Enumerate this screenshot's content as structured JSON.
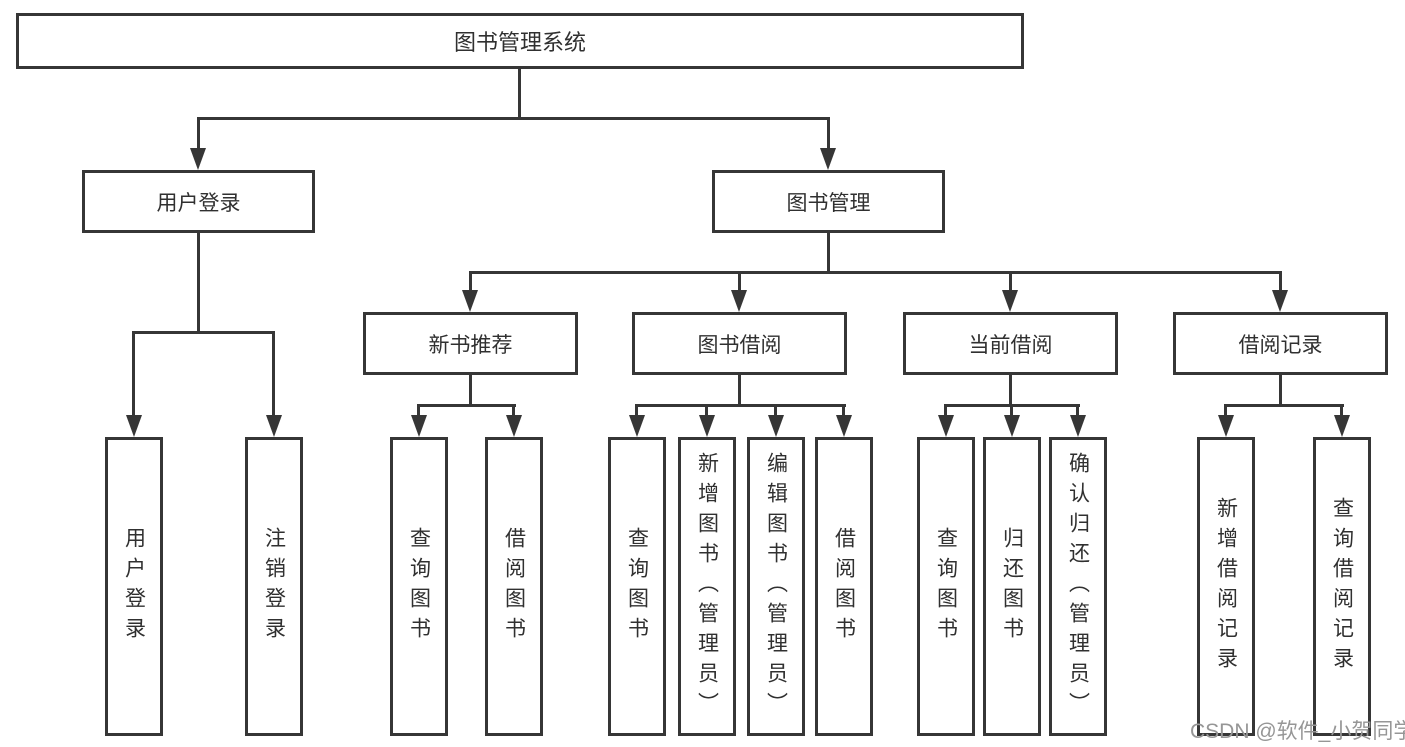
{
  "tree": {
    "root": {
      "label": "图书管理系统",
      "children": [
        {
          "label": "用户登录",
          "children": [
            {
              "label": "用户登录"
            },
            {
              "label": "注销登录"
            }
          ]
        },
        {
          "label": "图书管理",
          "children": [
            {
              "label": "新书推荐",
              "children": [
                {
                  "label": "查询图书"
                },
                {
                  "label": "借阅图书"
                }
              ]
            },
            {
              "label": "图书借阅",
              "children": [
                {
                  "label": "查询图书"
                },
                {
                  "label": "新增图书（管理员）"
                },
                {
                  "label": "编辑图书（管理员）"
                },
                {
                  "label": "借阅图书"
                }
              ]
            },
            {
              "label": "当前借阅",
              "children": [
                {
                  "label": "查询图书"
                },
                {
                  "label": "归还图书"
                },
                {
                  "label": "确认归还（管理员）"
                }
              ]
            },
            {
              "label": "借阅记录",
              "children": [
                {
                  "label": "新增借阅记录"
                },
                {
                  "label": "查询借阅记录"
                }
              ]
            }
          ]
        }
      ]
    }
  },
  "watermark": {
    "text": "CSDN @软件_小贺同学"
  },
  "colors": {
    "line": "#363636",
    "box_border": "#363636",
    "box_background": "#ffffff",
    "text": "#303030",
    "watermark": "#969696",
    "page_background": "#ffffff"
  }
}
